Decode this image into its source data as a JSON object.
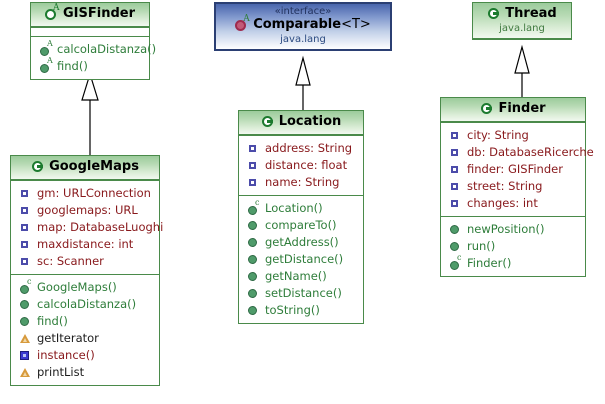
{
  "diagram": {
    "kind": "uml-class-diagram",
    "background": "#ffffff",
    "colors": {
      "class_border": "#4a8a4a",
      "class_header_top": "#9ccb9c",
      "interface_border": "#2b3f73",
      "interface_header_top": "#4a66ad",
      "attribute_text": "#88181b",
      "method_text": "#2e7d3a",
      "package_text": "#3f7a3f",
      "shadow": "#9a9a9a"
    }
  },
  "classes": {
    "gisfinder": {
      "name": "GISFinder",
      "icon": "abstract-class-icon",
      "package": "",
      "stereotype": "",
      "attributes": [],
      "methods": [
        {
          "icon": "abstract-method-icon",
          "label": "calcolaDistanza()",
          "style": "meth"
        },
        {
          "icon": "abstract-method-icon",
          "label": "find()",
          "style": "meth"
        }
      ]
    },
    "googlemaps": {
      "name": "GoogleMaps",
      "icon": "class-icon",
      "package": "",
      "stereotype": "",
      "attributes": [
        {
          "icon": "field-icon",
          "label": "gm: URLConnection",
          "style": "attr"
        },
        {
          "icon": "field-icon",
          "label": "googlemaps: URL",
          "style": "attr"
        },
        {
          "icon": "field-icon",
          "label": "map: DatabaseLuoghi",
          "style": "attr"
        },
        {
          "icon": "field-icon",
          "label": "maxdistance: int",
          "style": "attr"
        },
        {
          "icon": "field-icon",
          "label": "sc: Scanner",
          "style": "attr"
        }
      ],
      "methods": [
        {
          "icon": "constructor-icon",
          "label": "GoogleMaps()",
          "style": "meth"
        },
        {
          "icon": "method-icon",
          "label": "calcolaDistanza()",
          "style": "meth"
        },
        {
          "icon": "method-icon",
          "label": "find()",
          "style": "meth"
        },
        {
          "icon": "warning-triangle-icon",
          "label": "getIterator",
          "style": "meth-dark"
        },
        {
          "icon": "blue-square-icon",
          "label": "instance()",
          "style": "meth-red"
        },
        {
          "icon": "warning-triangle-icon",
          "label": "printList",
          "style": "meth-dark"
        }
      ]
    },
    "comparable": {
      "name": "Comparable",
      "generic": "<T>",
      "icon": "abstract-interface-icon",
      "package": "java.lang",
      "stereotype": "«interface»",
      "attributes": [],
      "methods": []
    },
    "location": {
      "name": "Location",
      "icon": "class-icon",
      "package": "",
      "stereotype": "",
      "attributes": [
        {
          "icon": "field-icon",
          "label": "address: String",
          "style": "attr"
        },
        {
          "icon": "field-icon",
          "label": "distance: float",
          "style": "attr"
        },
        {
          "icon": "field-icon",
          "label": "name: String",
          "style": "attr"
        }
      ],
      "methods": [
        {
          "icon": "constructor-icon",
          "label": "Location()",
          "style": "meth"
        },
        {
          "icon": "method-icon",
          "label": "compareTo()",
          "style": "meth"
        },
        {
          "icon": "method-icon",
          "label": "getAddress()",
          "style": "meth"
        },
        {
          "icon": "method-icon",
          "label": "getDistance()",
          "style": "meth"
        },
        {
          "icon": "method-icon",
          "label": "getName()",
          "style": "meth"
        },
        {
          "icon": "method-icon",
          "label": "setDistance()",
          "style": "meth"
        },
        {
          "icon": "method-icon",
          "label": "toString()",
          "style": "meth"
        }
      ]
    },
    "thread": {
      "name": "Thread",
      "icon": "class-icon",
      "package": "java.lang",
      "stereotype": "",
      "attributes": [],
      "methods": []
    },
    "finder": {
      "name": "Finder",
      "icon": "class-icon",
      "package": "",
      "stereotype": "",
      "attributes": [
        {
          "icon": "field-icon",
          "label": "city: String",
          "style": "attr"
        },
        {
          "icon": "field-icon",
          "label": "db: DatabaseRicerche",
          "style": "attr"
        },
        {
          "icon": "field-icon",
          "label": "finder: GISFinder",
          "style": "attr"
        },
        {
          "icon": "field-icon",
          "label": "street: String",
          "style": "attr"
        },
        {
          "icon": "field-icon",
          "label": "changes: int",
          "style": "attr"
        }
      ],
      "methods": [
        {
          "icon": "method-icon",
          "label": "newPosition()",
          "style": "meth"
        },
        {
          "icon": "method-icon",
          "label": "run()",
          "style": "meth"
        },
        {
          "icon": "constructor-icon",
          "label": "Finder()",
          "style": "meth"
        }
      ]
    }
  },
  "relationships": [
    {
      "name": "googlemaps-extends-gisfinder",
      "type": "generalization",
      "from": "GoogleMaps",
      "to": "GISFinder"
    },
    {
      "name": "location-implements-comparable",
      "type": "generalization",
      "from": "Location",
      "to": "Comparable"
    },
    {
      "name": "finder-extends-thread",
      "type": "generalization",
      "from": "Finder",
      "to": "Thread"
    }
  ]
}
